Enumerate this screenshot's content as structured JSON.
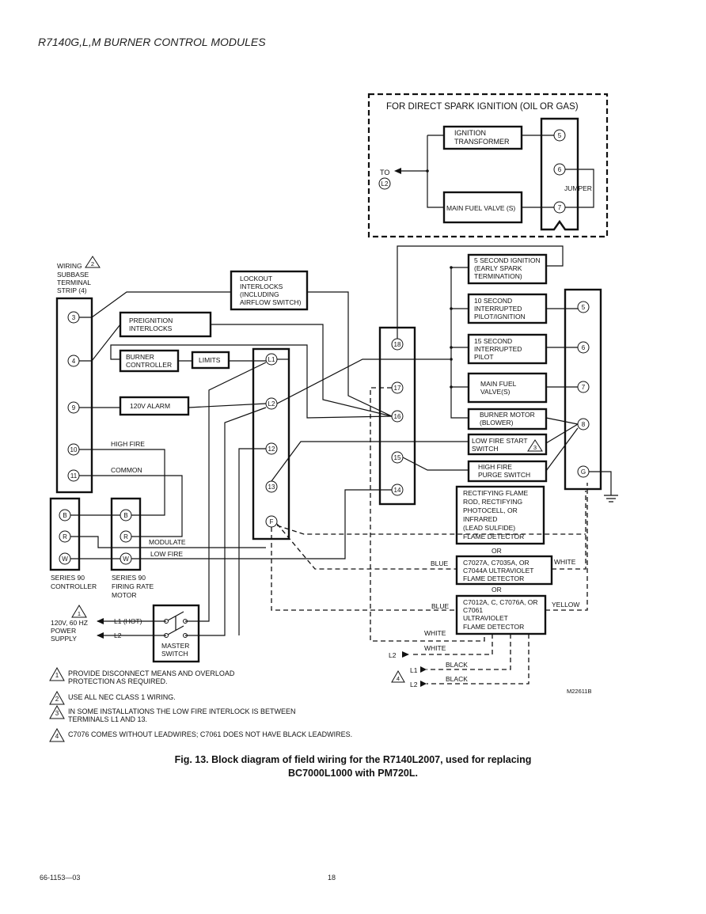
{
  "header": "R7140G,L,M BURNER CONTROL MODULES",
  "spark_box": {
    "title": "FOR DIRECT SPARK IGNITION (OIL OR GAS)",
    "ignition_transformer": [
      "IGNITION",
      "TRANSFORMER"
    ],
    "main_fuel_valve": "MAIN FUEL VALVE (S)",
    "to_label": "TO",
    "l2": "L2",
    "jumper": "JUMPER",
    "terminals": [
      "5",
      "6",
      "7"
    ]
  },
  "wiring_subbase": {
    "label": [
      "WIRING",
      "SUBBASE",
      "TERMINAL",
      "STRIP (4)"
    ],
    "note_ref": "2",
    "terminals": [
      "3",
      "4",
      "9",
      "10",
      "11"
    ]
  },
  "left_boxes": {
    "lockout": [
      "LOCKOUT",
      "INTERLOCKS",
      "(INCLUDING",
      "AIRFLOW SWITCH)"
    ],
    "preignition": [
      "PREIGNITION",
      "INTERLOCKS"
    ],
    "burner_controller": [
      "BURNER",
      "CONTROLLER"
    ],
    "limits": "LIMITS",
    "alarm": "120V ALARM",
    "high_fire": "HIGH FIRE",
    "common": "COMMON"
  },
  "mid_strip": {
    "terminals": [
      "L1",
      "L2",
      "12",
      "13",
      "F"
    ]
  },
  "center_strip": {
    "terminals": [
      "18",
      "17",
      "16",
      "15",
      "14"
    ]
  },
  "right_boxes": {
    "five_sec": [
      "5 SECOND IGNITION",
      "(EARLY SPARK",
      "TERMINATION)"
    ],
    "ten_sec": [
      "10 SECOND",
      "INTERRUPTED",
      "PILOT/IGNITION"
    ],
    "fifteen_sec": [
      "15 SECOND",
      "INTERRUPTED",
      "PILOT"
    ],
    "main_fuel": [
      "MAIN FUEL",
      "VALVE(S)"
    ],
    "burner_motor": [
      "BURNER MOTOR",
      "(BLOWER)"
    ],
    "low_fire": [
      "LOW FIRE START",
      "SWITCH"
    ],
    "low_fire_note": "3",
    "high_fire_purge": [
      "HIGH FIRE",
      "PURGE SWITCH"
    ]
  },
  "right_strip": {
    "terminals": [
      "5",
      "6",
      "7",
      "8",
      "G"
    ]
  },
  "detectors": {
    "rectifying": [
      "RECTIFYING FLAME",
      "ROD, RECTIFYING",
      "PHOTOCELL, OR",
      "INFRARED",
      "(LEAD SULFIDE)",
      "FLAME DETECTOR"
    ],
    "or": "OR",
    "c7027": [
      "C7027A, C7035A, OR",
      "C7044A ULTRAVIOLET",
      "FLAME DETECTOR"
    ],
    "c7012": [
      "C7012A, C, C7076A, OR",
      "C7061",
      "ULTRAVIOLET",
      "FLAME DETECTOR"
    ],
    "blue": "BLUE",
    "white": "WHITE",
    "yellow": "YELLOW",
    "black": "BLACK",
    "l1": "L1",
    "l2": "L2",
    "note_ref": "4"
  },
  "series90": {
    "controller_terms": [
      "B",
      "R",
      "W"
    ],
    "motor_terms": [
      "B",
      "R",
      "W"
    ],
    "controller_label": [
      "SERIES 90",
      "CONTROLLER"
    ],
    "motor_label": [
      "SERIES 90",
      "FIRING RATE",
      "MOTOR"
    ],
    "modulate": "MODULATE",
    "low_fire": "LOW FIRE"
  },
  "power": {
    "label": [
      "120V, 60 HZ",
      "POWER",
      "SUPPLY"
    ],
    "note_ref": "1",
    "l1_hot": "L1 (HOT)",
    "l2": "L2",
    "master_switch": [
      "MASTER",
      "SWITCH"
    ]
  },
  "drawing_id": "M22611B",
  "notes": [
    {
      "num": "1",
      "text": [
        "PROVIDE DISCONNECT MEANS AND OVERLOAD",
        "PROTECTION AS REQUIRED."
      ]
    },
    {
      "num": "2",
      "text": [
        "USE ALL NEC CLASS 1 WIRING."
      ]
    },
    {
      "num": "3",
      "text": [
        "IN SOME INSTALLATIONS THE LOW FIRE INTERLOCK IS BETWEEN",
        "TERMINALS L1 AND 13."
      ]
    },
    {
      "num": "4",
      "text": [
        "C7076 COMES WITHOUT LEADWIRES; C7061 DOES NOT HAVE BLACK LEADWIRES."
      ]
    }
  ],
  "caption": [
    "Fig. 13. Block diagram of field wiring for the R7140L2007, used for replacing",
    "BC7000L1000 with PM720L."
  ],
  "footer": {
    "left": "66-1153—03",
    "page": "18"
  }
}
